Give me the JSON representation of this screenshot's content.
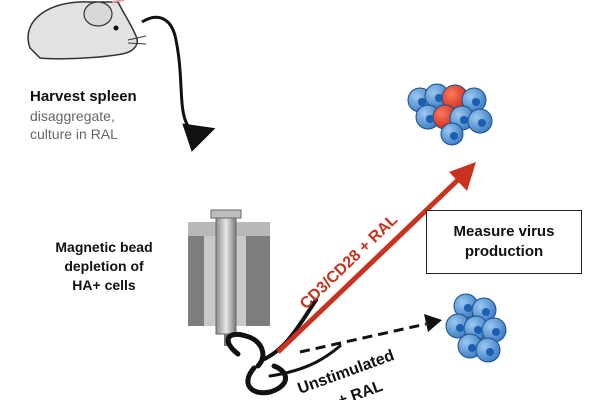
{
  "labels": {
    "harvest_title": "Harvest spleen",
    "harvest_sub1": "disaggregate,",
    "harvest_sub2": "culture in RAL",
    "bead_line1": "Magnetic bead",
    "bead_line2": "depletion of",
    "bead_line3": "HA+ cells",
    "measure_line1": "Measure virus",
    "measure_line2": "production",
    "stim_arrow": "CD3/CD28 + RAL",
    "unstim_line1": "Unstimulated",
    "unstim_line2": "+ RAL"
  },
  "colors": {
    "stim_red": "#c8321e",
    "cell_blue": "#4a90d0",
    "cell_red": "#d8301e",
    "nucleus": "#1a5fb0"
  },
  "icons": [
    "mouse-icon",
    "magnet-icon",
    "scissors-icon",
    "cell-cluster-icon"
  ]
}
